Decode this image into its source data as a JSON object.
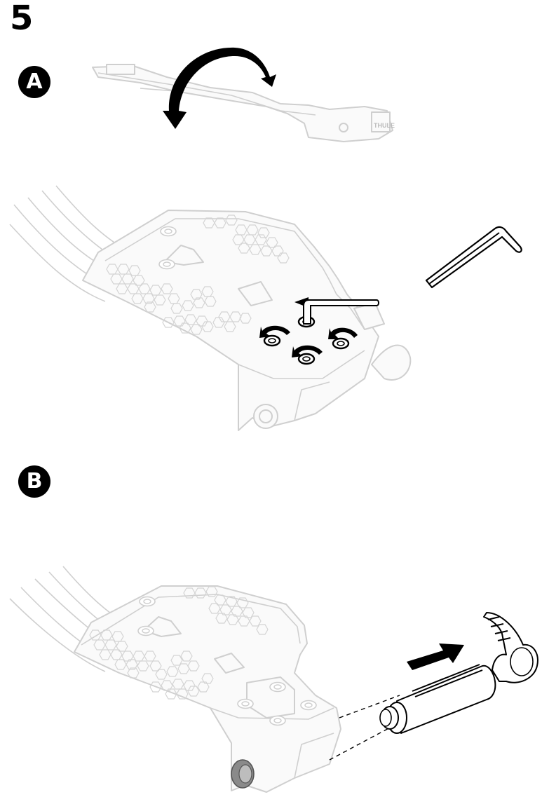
{
  "step": {
    "number": "5"
  },
  "panels": [
    {
      "id": "A",
      "label": "A"
    },
    {
      "id": "B",
      "label": "B"
    }
  ],
  "brand_mark": {
    "text": "THULE"
  },
  "colors": {
    "ink": "#000000",
    "ghost_outline": "#cfcfcf",
    "background": "#ffffff"
  },
  "icons": [
    "rotate-arrow-icon",
    "hex-key-icon",
    "counterclockwise-arrow-icon",
    "push-arrow-icon"
  ]
}
